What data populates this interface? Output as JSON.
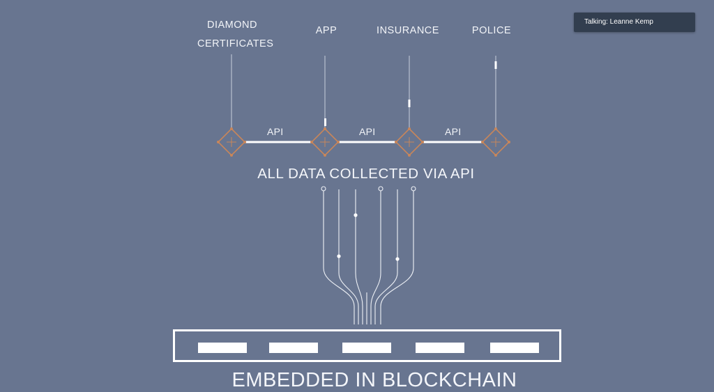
{
  "sources": [
    {
      "line1": "DIAMOND",
      "line2": "CERTIFICATES"
    },
    {
      "line1": "APP",
      "line2": ""
    },
    {
      "line1": "INSURANCE",
      "line2": ""
    },
    {
      "line1": "POLICE",
      "line2": ""
    }
  ],
  "api_labels": [
    "API",
    "API",
    "API"
  ],
  "collection_caption": "ALL DATA COLLECTED VIA API",
  "blockchain_caption": "EMBEDDED IN BLOCKCHAIN",
  "talking_indicator": "Talking: Leanne Kemp",
  "colors": {
    "background": "#687590",
    "node_accent": "#c8865a",
    "line": "#ffffff",
    "tooltip_bg": "#323e4f"
  }
}
